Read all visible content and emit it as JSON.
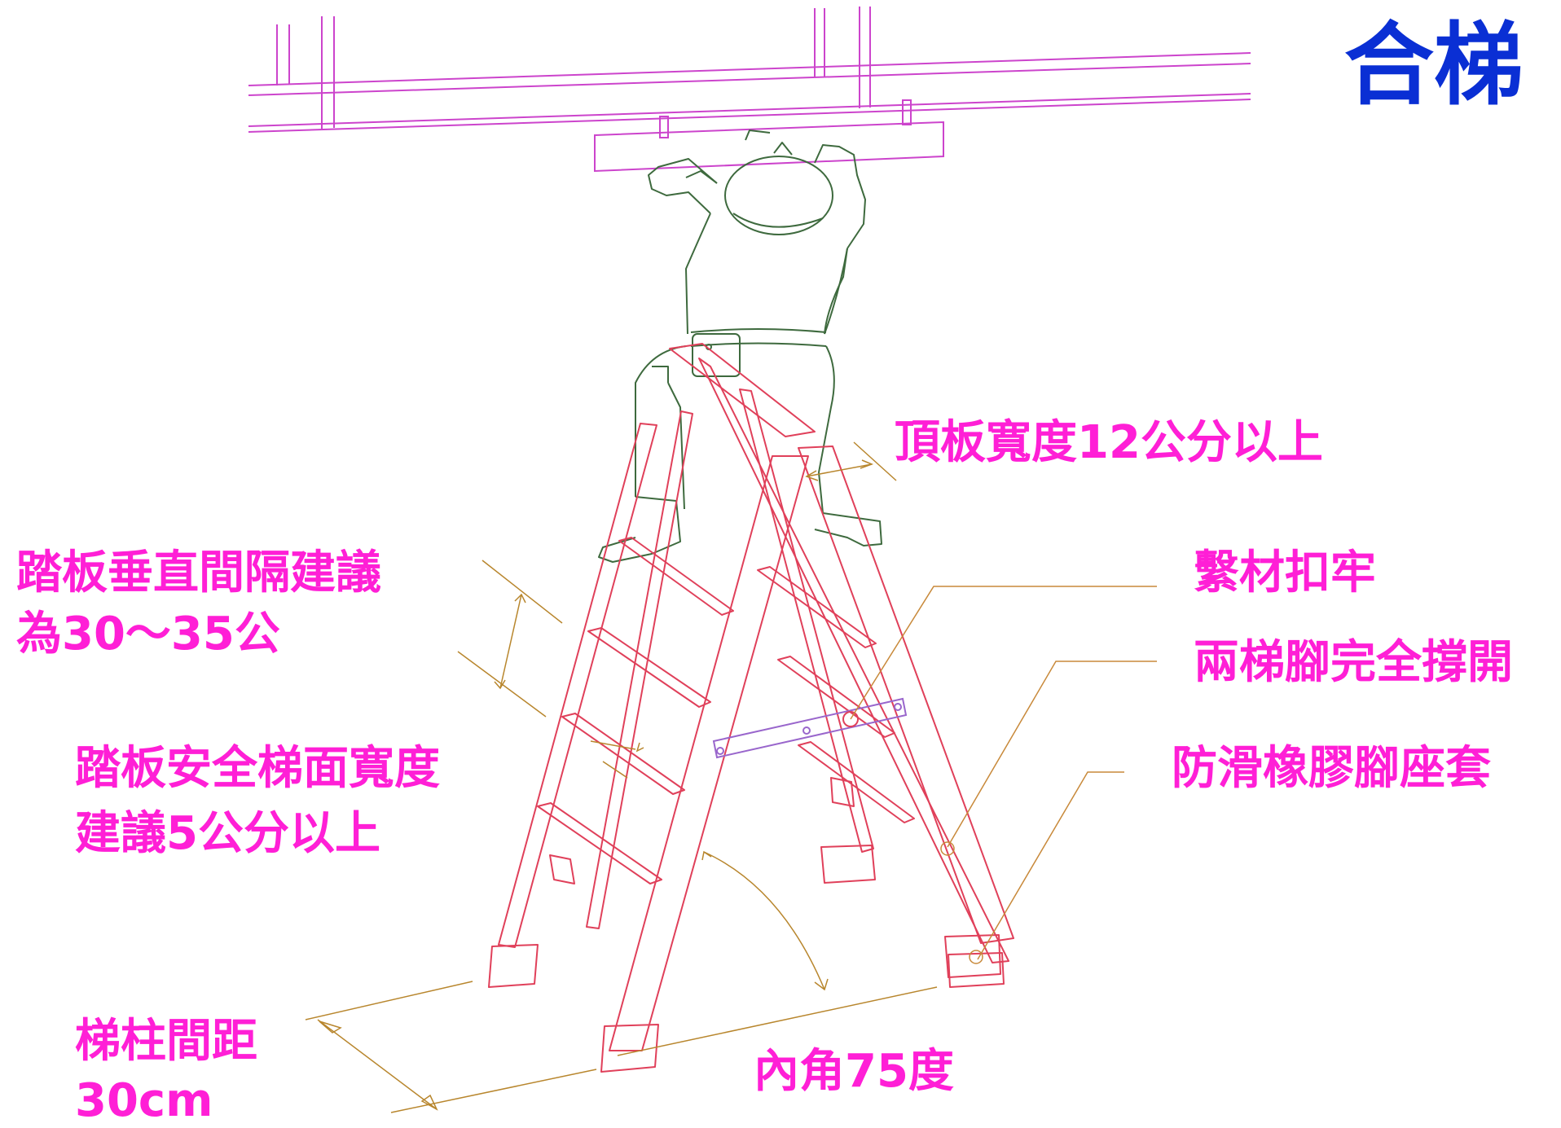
{
  "title": "合梯",
  "colors": {
    "label": "#ff1fd6",
    "title": "#0a2fd4",
    "ladder": "#e0405a",
    "ceiling": "#cc44cc",
    "person": "#3e6a3e",
    "dimension": "#b8862d",
    "leader": "#c8893a",
    "brace": "#9966cc"
  },
  "labels": {
    "top_board": "頂板寬度12公分以上",
    "tread_spacing_line1": "踏板垂直間隔建議",
    "tread_spacing_line2": "為30～35公",
    "tie_secure": "繫材扣牢",
    "legs_open": "兩梯腳完全撐開",
    "tread_width_line1": "踏板安全梯面寬度",
    "tread_width_line2": "建議5公分以上",
    "anti_slip": "防滑橡膠腳座套",
    "leg_spacing_line1": "梯柱間距",
    "leg_spacing_line2": "30cm",
    "inner_angle": "內角75度"
  },
  "icons": {
    "ladder": "step-ladder-icon",
    "worker": "worker-icon",
    "ceiling": "ceiling-beam-icon"
  }
}
